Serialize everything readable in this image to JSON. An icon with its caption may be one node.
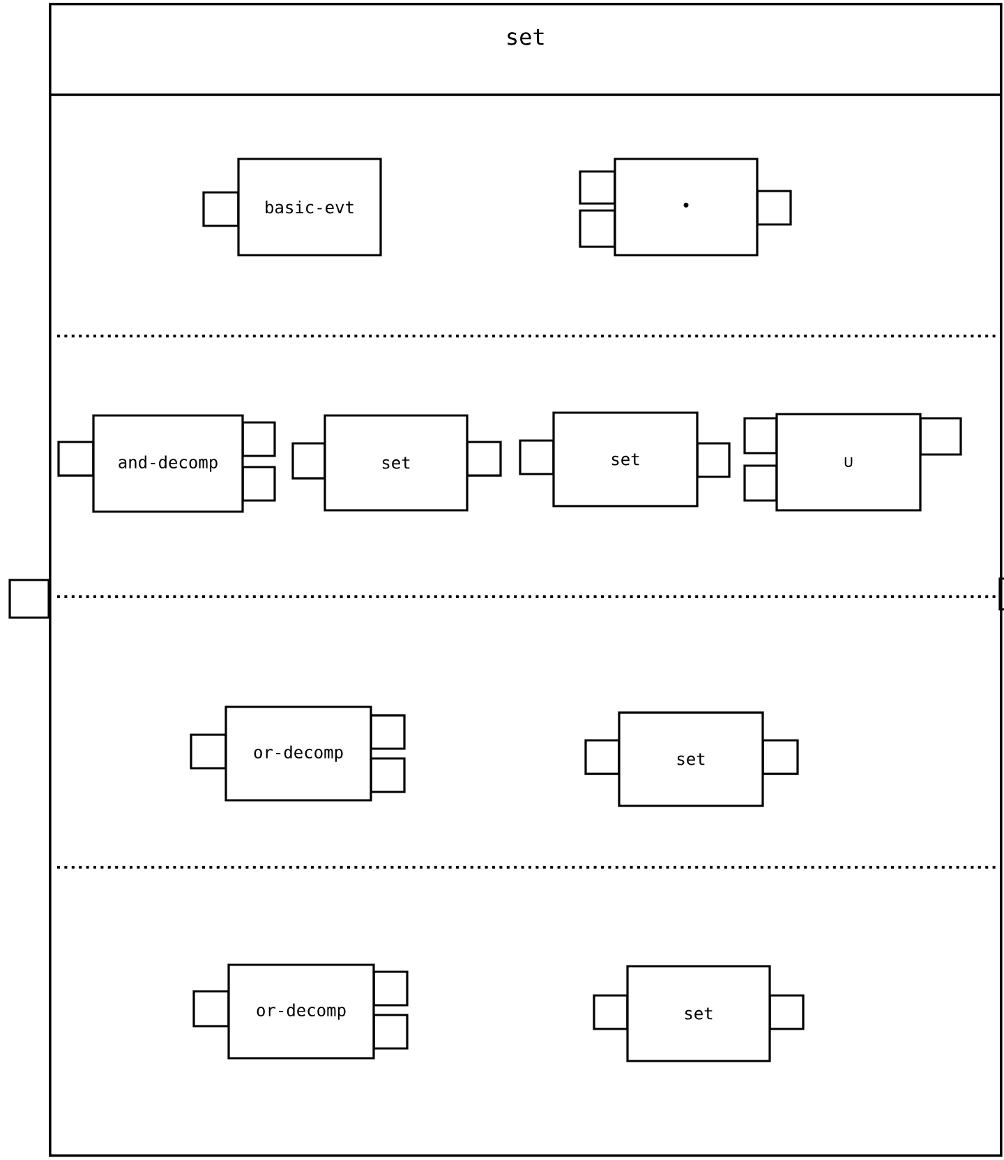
{
  "diagram": {
    "nodes": [
      {
        "text": [
          "set"
        ]
      },
      {
        "text": [
          "basic-evt"
        ],
        "in": 0
      },
      {
        "text": [
          "•"
        ],
        "in": 0
      },
      {
        "text": [
          "and-decomp"
        ],
        "in": 0
      },
      {
        "text": [
          "set"
        ],
        "in": 0
      },
      {
        "text": [
          "set"
        ],
        "in": 0
      },
      {
        "text": [
          "∪"
        ],
        "in": 0
      },
      {
        "text": [
          "or-decomp"
        ],
        "in": 0
      },
      {
        "text": [
          "set"
        ],
        "in": 0
      },
      {
        "text": [
          "or-decomp"
        ],
        "in": 0
      },
      {
        "text": [
          "set"
        ],
        "in": 0
      }
    ]
  }
}
